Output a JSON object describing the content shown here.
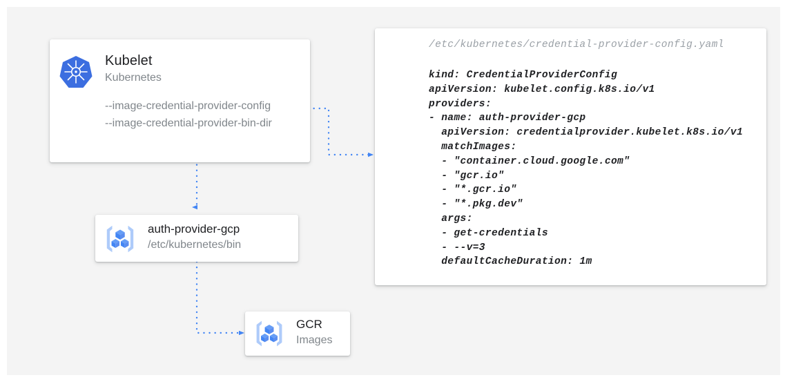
{
  "canvas": {
    "background": "#f4f4f4",
    "page_background": "#ffffff",
    "accent": "#4285f4",
    "text_primary": "#202124",
    "text_secondary": "#80868b"
  },
  "nodes": {
    "kubelet": {
      "icon": "kubernetes-logo-icon",
      "title": "Kubelet",
      "subtitle": "Kubernetes",
      "flags": [
        "--image-credential-provider-config",
        "--image-credential-provider-bin-dir"
      ]
    },
    "auth_provider": {
      "icon": "container-registry-icon",
      "title": "auth-provider-gcp",
      "subtitle": "/etc/kubernetes/bin"
    },
    "gcr": {
      "icon": "container-registry-icon",
      "title": "GCR",
      "subtitle": "Images"
    }
  },
  "yaml_panel": {
    "path": "/etc/kubernetes/credential-provider-config.yaml",
    "lines": [
      "kind: CredentialProviderConfig",
      "apiVersion: kubelet.config.k8s.io/v1",
      "providers:",
      "- name: auth-provider-gcp",
      "  apiVersion: credentialprovider.kubelet.k8s.io/v1",
      "  matchImages:",
      "  - \"container.cloud.google.com\"",
      "  - \"gcr.io\"",
      "  - \"*.gcr.io\"",
      "  - \"*.pkg.dev\"",
      "  args:",
      "  - get-credentials",
      "  - --v=3",
      "  defaultCacheDuration: 1m"
    ]
  },
  "connectors": [
    {
      "name": "kubelet-config-to-yaml",
      "from": "kubelet.flags.0",
      "to": "yaml_panel",
      "style": "dotted",
      "arrow": "right"
    },
    {
      "name": "kubelet-bindir-to-auth-provider",
      "from": "kubelet",
      "to": "auth_provider",
      "style": "dotted",
      "arrow": "down"
    },
    {
      "name": "auth-provider-to-gcr",
      "from": "auth_provider",
      "to": "gcr",
      "style": "dotted",
      "arrow": "right"
    }
  ]
}
